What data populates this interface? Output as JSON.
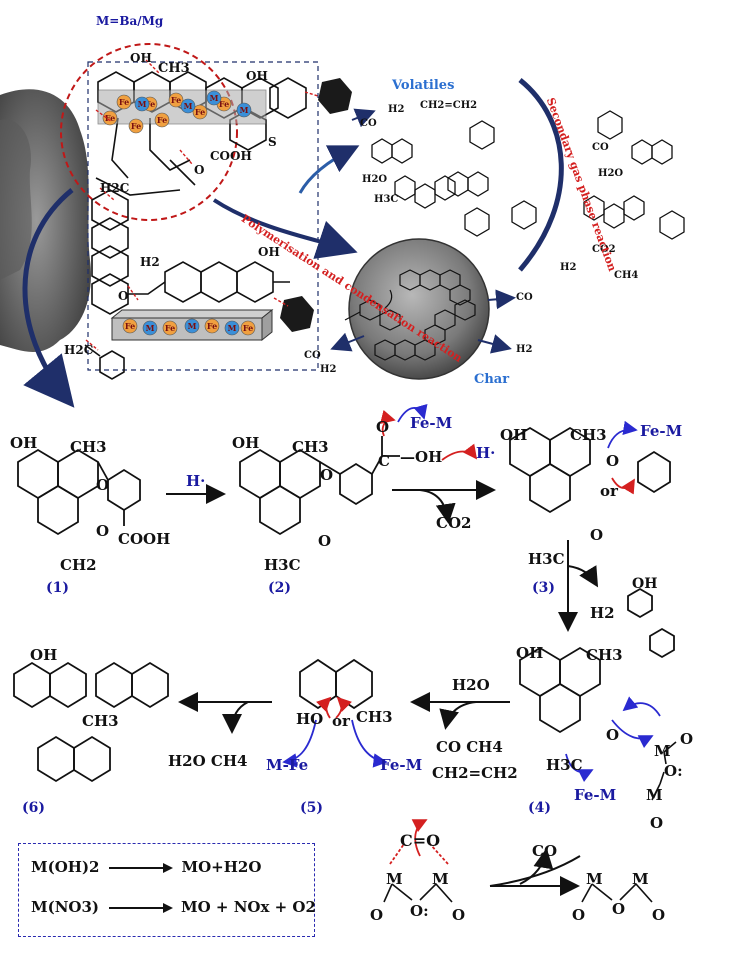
{
  "top": {
    "metal_label": "M=Ba/Mg",
    "volatiles_label": "Volatiles",
    "char_label": "Char",
    "polymerisation_text": "Polymerisation and condensation reaction",
    "secondary_text": "Secondary gas phase reaction",
    "fe": "Fe",
    "m": "M",
    "volatile_species": [
      "H2",
      "CH2=CH2",
      "CO",
      "H2O",
      "H3C",
      "CO2",
      "H2",
      "CH4"
    ],
    "char_products": [
      "CO",
      "H2",
      "CO",
      "H2"
    ],
    "struct_labels": [
      "OH",
      "CH3",
      "OH",
      "COOH",
      "S",
      "H2C",
      "H2",
      "OH",
      "O",
      "H2C",
      "O"
    ]
  },
  "mechanism": {
    "step_labels": [
      "(1)",
      "(2)",
      "(3)",
      "(4)",
      "(5)",
      "(6)"
    ],
    "h_radical": "H·",
    "fe_m": "Fe-M",
    "m_fe": "M-Fe",
    "oh": "OH",
    "ch3": "CH3",
    "cooh": "COOH",
    "oh_group": "—OH",
    "or": "or",
    "ho": "HO",
    "h3c": "H3C",
    "co2": "CO2",
    "h2": "H2",
    "h2o": "H2O",
    "co_ch4": "CO  CH4",
    "ethylene": "CH2=CH2",
    "h2o_ch4": "H2O CH4",
    "mo_o": "O",
    "mo_m": "M",
    "co_double": "C=O",
    "co": "CO"
  },
  "legend": {
    "line1_left": "M(OH)2",
    "line1_right": "MO+H2O",
    "line2_left": "M(NO3)",
    "line2_right": "MO + NOx + O2"
  },
  "colors": {
    "blue_text": "#1a1aa0",
    "red_accent": "#d42020",
    "fe_orange": "#f0a040",
    "m_blue": "#3a8fd8",
    "arrow_navy": "#1f2f6a"
  }
}
